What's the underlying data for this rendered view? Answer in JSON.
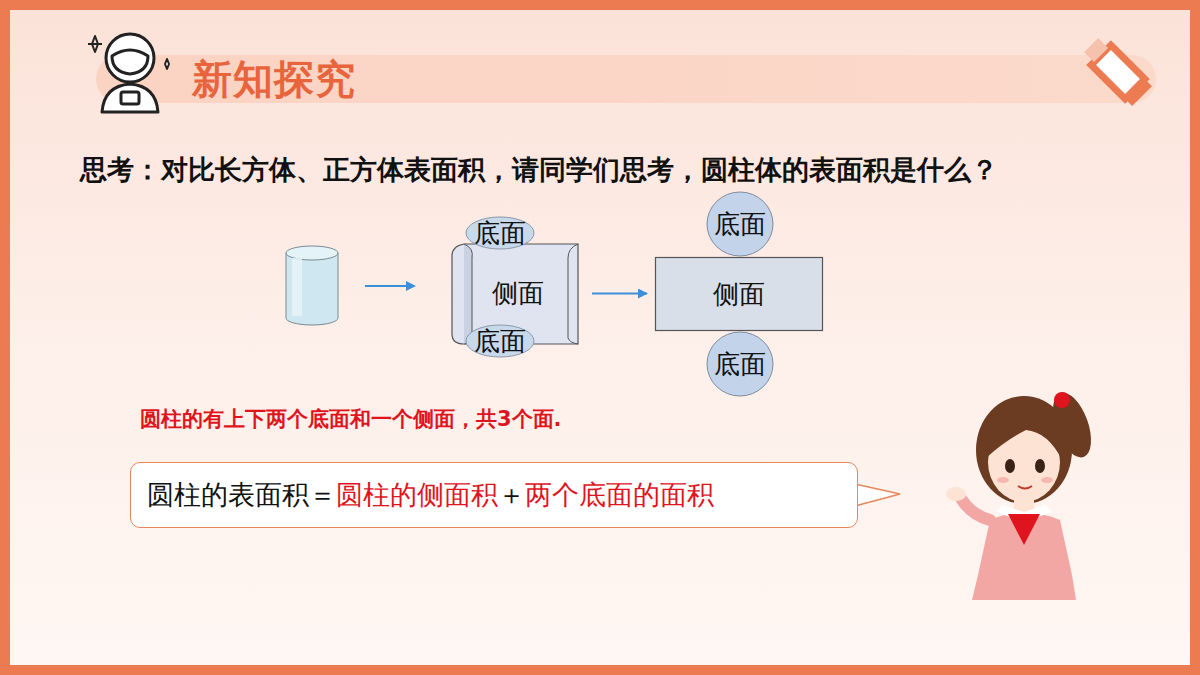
{
  "diagram": {
    "title": "新知探究",
    "nodes": [
      {
        "text": [
          "底面"
        ]
      },
      {
        "text": [
          "侧面"
        ]
      },
      {
        "text": [
          "底面"
        ]
      },
      {
        "text": [
          "底面"
        ]
      },
      {
        "text": [
          "侧面"
        ]
      },
      {
        "text": [
          "底面"
        ]
      },
      {
        "text": [
          "圆柱的表面积＝",
          "圆柱的侧面积",
          "＋",
          "两个底面的面积"
        ]
      }
    ],
    "edges": [
      {
        "from": 1,
        "to": 4,
        "arrow": "to"
      }
    ],
    "labels": [
      "思考：对比长方体、正方体表面积，请同学们思考，圆柱体的表面积是什么？",
      "圆柱的有上下两个底面和一个侧面，共3个面."
    ]
  }
}
